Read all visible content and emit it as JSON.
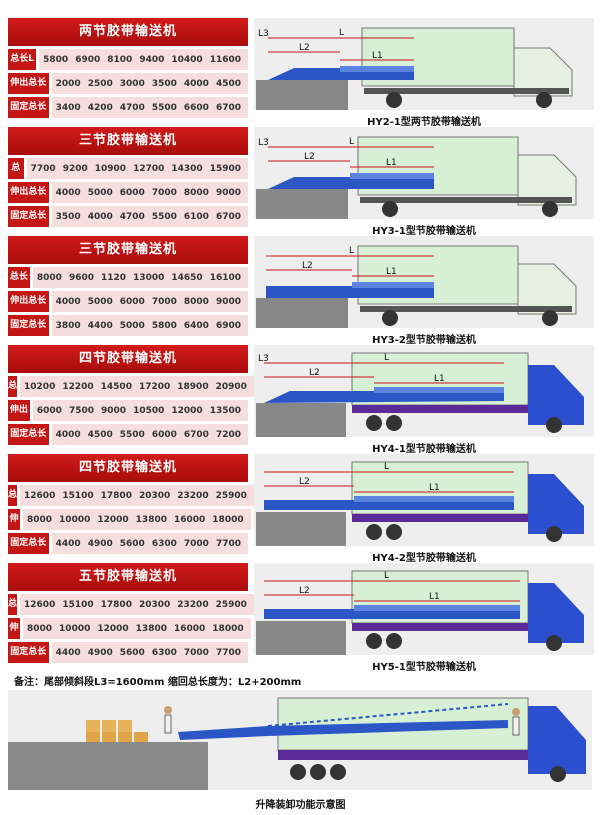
{
  "row_labels": {
    "total": "总长L",
    "extend": "伸出总长L1",
    "fixed": "固定总长L2"
  },
  "dim_labels": {
    "l": "L",
    "l1": "L1",
    "l2": "L2",
    "l3": "L3"
  },
  "sections": [
    {
      "title": "两节胶带输送机",
      "caption": "HY2-1型两节胶带输送机",
      "total": [
        "5800",
        "6900",
        "8100",
        "9400",
        "10400",
        "11600"
      ],
      "extend": [
        "2000",
        "2500",
        "3000",
        "3500",
        "4000",
        "4500"
      ],
      "fixed": [
        "3400",
        "4200",
        "4700",
        "5500",
        "6600",
        "6700"
      ]
    },
    {
      "title": "三节胶带输送机",
      "caption": "HY3-1型节胶带输送机",
      "total": [
        "7700",
        "9200",
        "10900",
        "12700",
        "14300",
        "15900"
      ],
      "extend": [
        "4000",
        "5000",
        "6000",
        "7000",
        "8000",
        "9000"
      ],
      "fixed": [
        "3500",
        "4000",
        "4700",
        "5500",
        "6100",
        "6700"
      ]
    },
    {
      "title": "三节胶带输送机",
      "caption": "HY3-2型节胶带输送机",
      "total": [
        "8000",
        "9600",
        "1120",
        "13000",
        "14650",
        "16100"
      ],
      "extend": [
        "4000",
        "5000",
        "6000",
        "7000",
        "8000",
        "9000"
      ],
      "fixed": [
        "3800",
        "4400",
        "5000",
        "5800",
        "6400",
        "6900"
      ]
    },
    {
      "title": "四节胶带输送机",
      "caption": "HY4-1型节胶带输送机",
      "total": [
        "10200",
        "12200",
        "14500",
        "17200",
        "18900",
        "20900"
      ],
      "extend": [
        "6000",
        "7500",
        "9000",
        "10500",
        "12000",
        "13500"
      ],
      "fixed": [
        "4000",
        "4500",
        "5500",
        "6000",
        "6700",
        "7200"
      ]
    },
    {
      "title": "四节胶带输送机",
      "caption": "HY4-2型节胶带输送机",
      "total": [
        "12600",
        "15100",
        "17800",
        "20300",
        "23200",
        "25900"
      ],
      "extend": [
        "8000",
        "10000",
        "12000",
        "13800",
        "16000",
        "18000"
      ],
      "fixed": [
        "4400",
        "4900",
        "5600",
        "6300",
        "7000",
        "7700"
      ]
    },
    {
      "title": "五节胶带输送机",
      "caption": "HY5-1型节胶带输送机",
      "total": [
        "12600",
        "15100",
        "17800",
        "20300",
        "23200",
        "25900"
      ],
      "extend": [
        "8000",
        "10000",
        "12000",
        "13800",
        "16000",
        "18000"
      ],
      "fixed": [
        "4400",
        "4900",
        "5600",
        "6300",
        "7000",
        "7700"
      ]
    }
  ],
  "note": "备注：尾部倾斜段L3=1600mm  缩回总长度为：L2+200mm",
  "bottom_caption": "升降装卸功能示意图",
  "colors": {
    "header_red": "#c51616",
    "cell_pink": "#f6dede",
    "cargo_green": "#d7f0d5",
    "belt_blue": "#2b57c6",
    "truck_blue": "#2c4fd0",
    "chassis_purple": "#5a2a99",
    "dim_red": "#cc1111"
  }
}
